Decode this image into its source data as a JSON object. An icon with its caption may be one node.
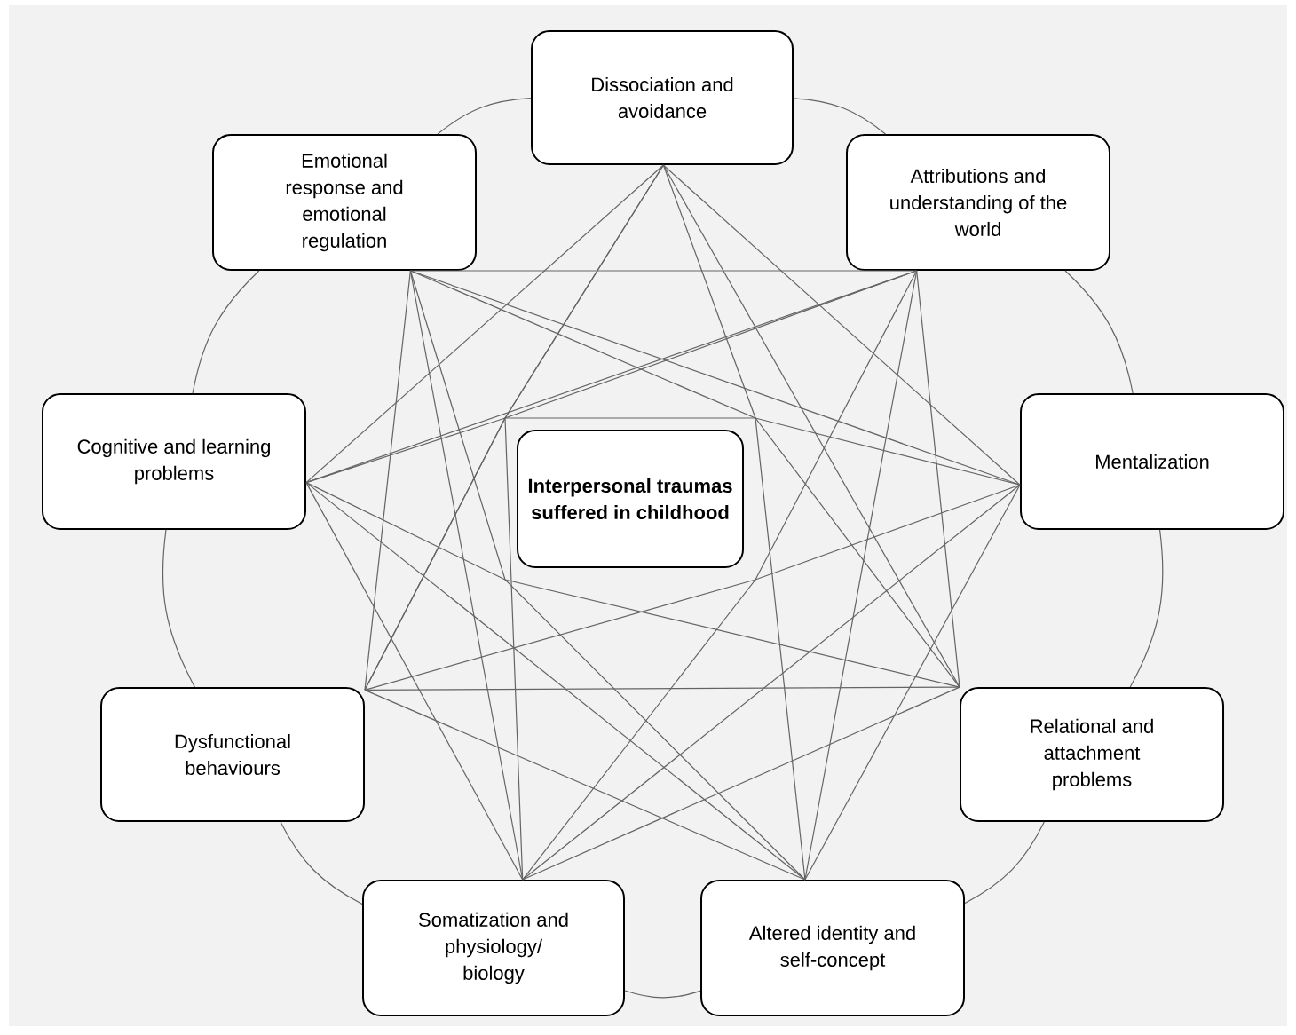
{
  "diagram": {
    "nodes": [
      {
        "text": [
          "Dissociation and avoidance"
        ]
      },
      {
        "text": [
          "Emotional response and emotional regulation"
        ]
      },
      {
        "text": [
          "Attributions and understanding of the world"
        ]
      },
      {
        "text": [
          "Cognitive and learning problems"
        ]
      },
      {
        "text": [
          "Interpersonal traumas suffered in childhood"
        ]
      },
      {
        "text": [
          "Mentalization"
        ]
      },
      {
        "text": [
          "Dysfunctional behaviours"
        ]
      },
      {
        "text": [
          "Relational and attachment problems"
        ]
      },
      {
        "text": [
          "Somatization and physiology/ biology"
        ]
      },
      {
        "text": [
          "Altered identity and self-concept"
        ]
      }
    ],
    "edges": [
      {
        "from": 0,
        "to": 1,
        "arrow": "none"
      },
      {
        "from": 0,
        "to": 2,
        "arrow": "none"
      },
      {
        "from": 0,
        "to": 3,
        "arrow": "none"
      },
      {
        "from": 0,
        "to": 5,
        "arrow": "none"
      },
      {
        "from": 0,
        "to": 6,
        "arrow": "none"
      },
      {
        "from": 0,
        "to": 7,
        "arrow": "none"
      },
      {
        "from": 0,
        "to": 8,
        "arrow": "none"
      },
      {
        "from": 0,
        "to": 9,
        "arrow": "none"
      },
      {
        "from": 1,
        "to": 2,
        "arrow": "none"
      },
      {
        "from": 1,
        "to": 3,
        "arrow": "none"
      },
      {
        "from": 1,
        "to": 5,
        "arrow": "none"
      },
      {
        "from": 1,
        "to": 6,
        "arrow": "none"
      },
      {
        "from": 1,
        "to": 7,
        "arrow": "none"
      },
      {
        "from": 1,
        "to": 8,
        "arrow": "none"
      },
      {
        "from": 1,
        "to": 9,
        "arrow": "none"
      },
      {
        "from": 2,
        "to": 3,
        "arrow": "none"
      },
      {
        "from": 2,
        "to": 5,
        "arrow": "none"
      },
      {
        "from": 2,
        "to": 6,
        "arrow": "none"
      },
      {
        "from": 2,
        "to": 7,
        "arrow": "none"
      },
      {
        "from": 2,
        "to": 8,
        "arrow": "none"
      },
      {
        "from": 2,
        "to": 9,
        "arrow": "none"
      },
      {
        "from": 3,
        "to": 5,
        "arrow": "none"
      },
      {
        "from": 3,
        "to": 6,
        "arrow": "none"
      },
      {
        "from": 3,
        "to": 7,
        "arrow": "none"
      },
      {
        "from": 3,
        "to": 8,
        "arrow": "none"
      },
      {
        "from": 3,
        "to": 9,
        "arrow": "none"
      },
      {
        "from": 5,
        "to": 6,
        "arrow": "none"
      },
      {
        "from": 5,
        "to": 7,
        "arrow": "none"
      },
      {
        "from": 5,
        "to": 8,
        "arrow": "none"
      },
      {
        "from": 5,
        "to": 9,
        "arrow": "none"
      },
      {
        "from": 6,
        "to": 7,
        "arrow": "none"
      },
      {
        "from": 6,
        "to": 8,
        "arrow": "none"
      },
      {
        "from": 6,
        "to": 9,
        "arrow": "none"
      },
      {
        "from": 7,
        "to": 8,
        "arrow": "none"
      },
      {
        "from": 7,
        "to": 9,
        "arrow": "none"
      },
      {
        "from": 8,
        "to": 9,
        "arrow": "none"
      }
    ]
  }
}
